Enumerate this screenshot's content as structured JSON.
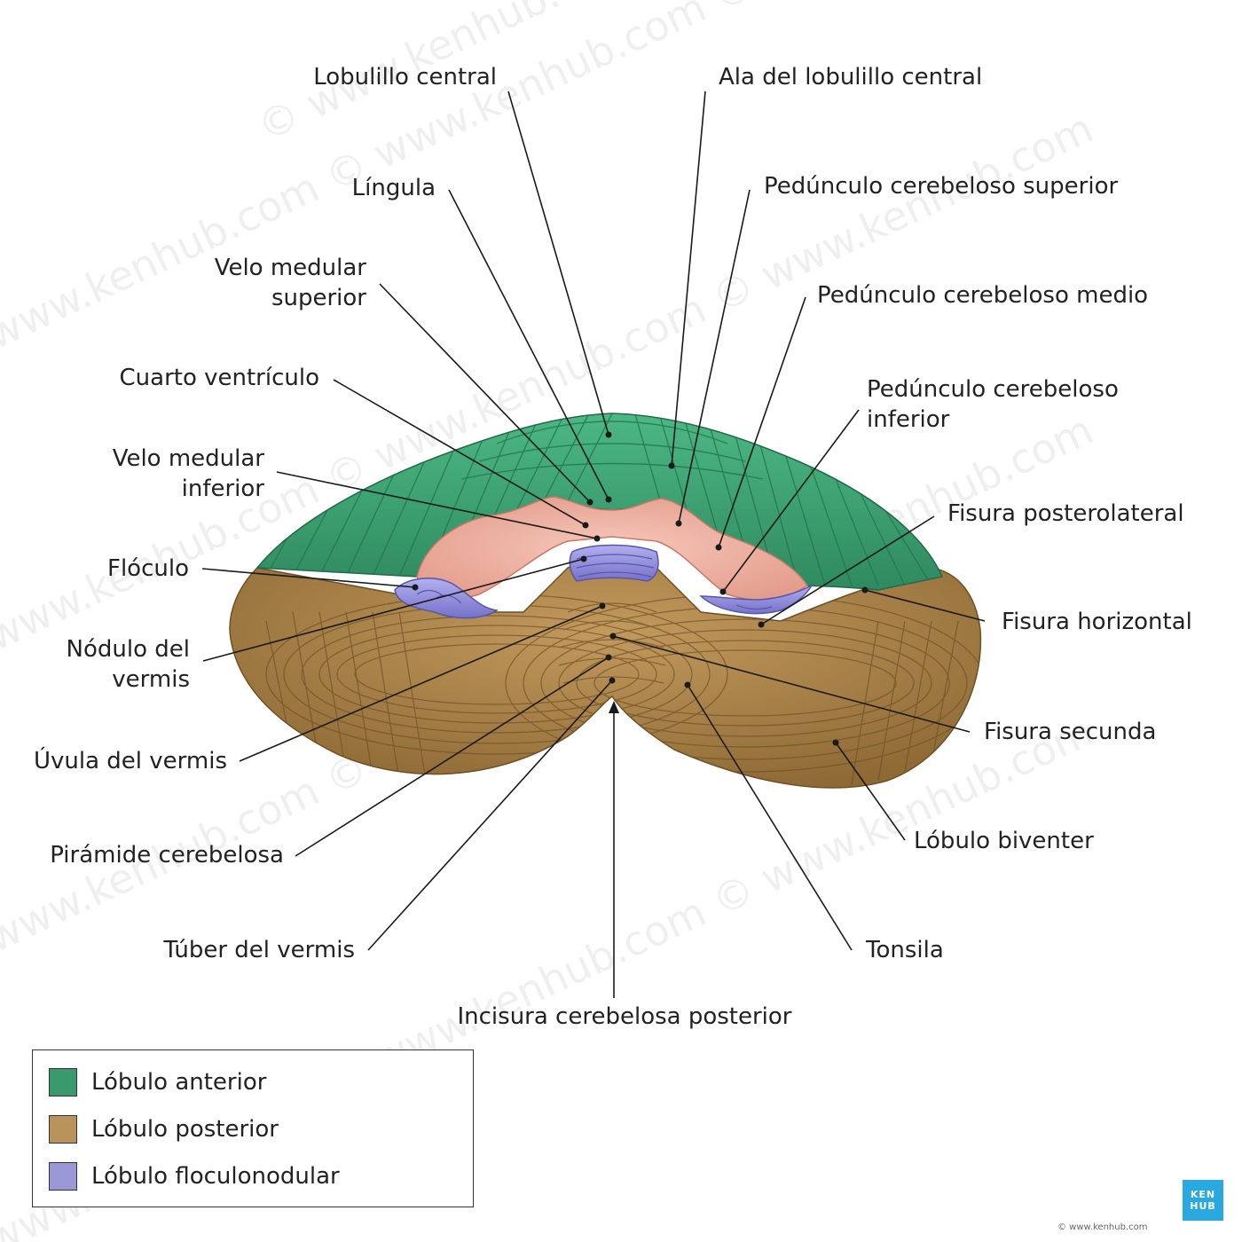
{
  "labels": {
    "lobulillo_central": "Lobulillo central",
    "ala_lobulillo_central": "Ala del lobulillo central",
    "lingula": "Língula",
    "pedunculo_superior": "Pedúnculo cerebeloso superior",
    "velo_medular_superior_1": "Velo medular",
    "velo_medular_superior_2": "superior",
    "pedunculo_medio": "Pedúnculo cerebeloso medio",
    "cuarto_ventriculo": "Cuarto ventrículo",
    "pedunculo_inferior_1": "Pedúnculo cerebeloso",
    "pedunculo_inferior_2": "inferior",
    "velo_medular_inferior_1": "Velo medular",
    "velo_medular_inferior_2": "inferior",
    "fisura_posterolateral": "Fisura posterolateral",
    "floculo": "Flóculo",
    "fisura_horizontal": "Fisura horizontal",
    "nodulo_1": "Nódulo del",
    "nodulo_2": "vermis",
    "uvula": "Úvula del vermis",
    "fisura_secunda": "Fisura secunda",
    "piramide": "Pirámide cerebelosa",
    "lobulo_biventer": "Lóbulo biventer",
    "tuber": "Túber del vermis",
    "tonsila": "Tonsila",
    "incisura": "Incisura cerebelosa posterior"
  },
  "legend": [
    {
      "label": "Lóbulo anterior",
      "color": "#3a9a6e"
    },
    {
      "label": "Lóbulo posterior",
      "color": "#b8935c"
    },
    {
      "label": "Lóbulo floculonodular",
      "color": "#9b98d8"
    }
  ],
  "colors": {
    "anterior": "#3a9a6e",
    "posterior": "#a57d45",
    "flocculonodular": "#8b86d6",
    "ventricle": "#eeb3a4"
  },
  "branding": {
    "logo_line1": "KEN",
    "logo_line2": "HUB",
    "copyright": "© www.kenhub.com"
  }
}
